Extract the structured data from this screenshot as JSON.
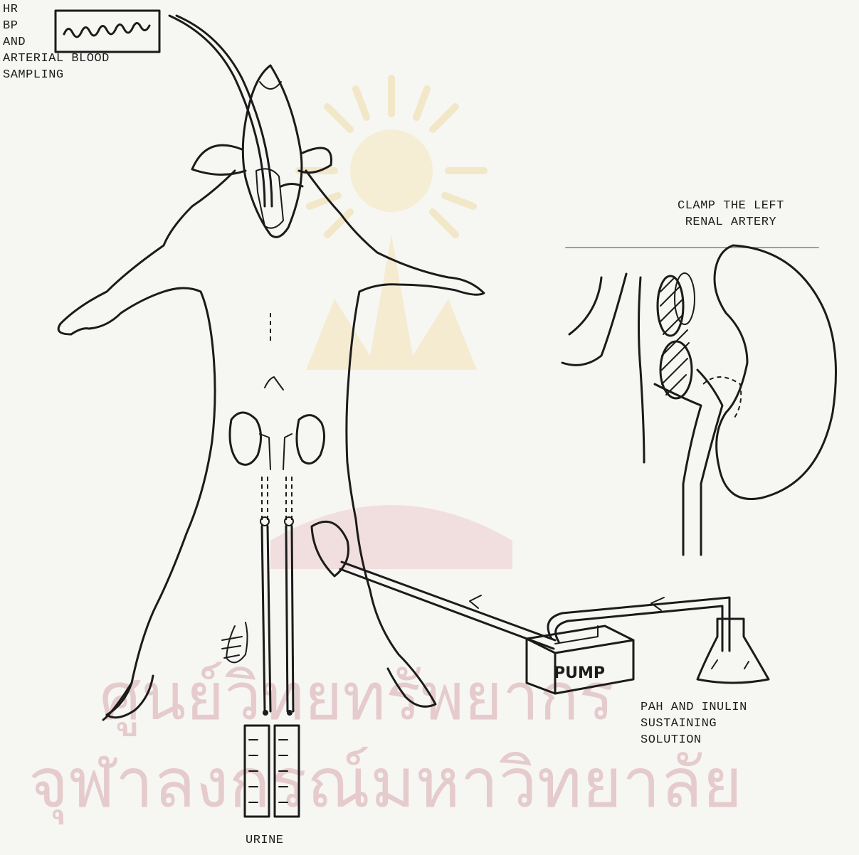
{
  "labels": {
    "monitor": "HR\nBP\nAND\nARTERIAL BLOOD\nSAMPLING",
    "clamp": "CLAMP THE LEFT\nRENAL ARTERY",
    "pump": "PUMP",
    "infusion": "PAH AND INULIN\nSUSTAINING\nSOLUTION",
    "urine": "URINE"
  },
  "watermark": {
    "line1": "ศูนย์วิทยทรัพยากร",
    "line2": "จุฬาลงกรณ์มหาวิทยาลัย",
    "color": "#d8a8ad"
  },
  "colors": {
    "ink": "#1b1b1b",
    "paper": "#f6f6f3",
    "seal": "#e9c35a"
  }
}
